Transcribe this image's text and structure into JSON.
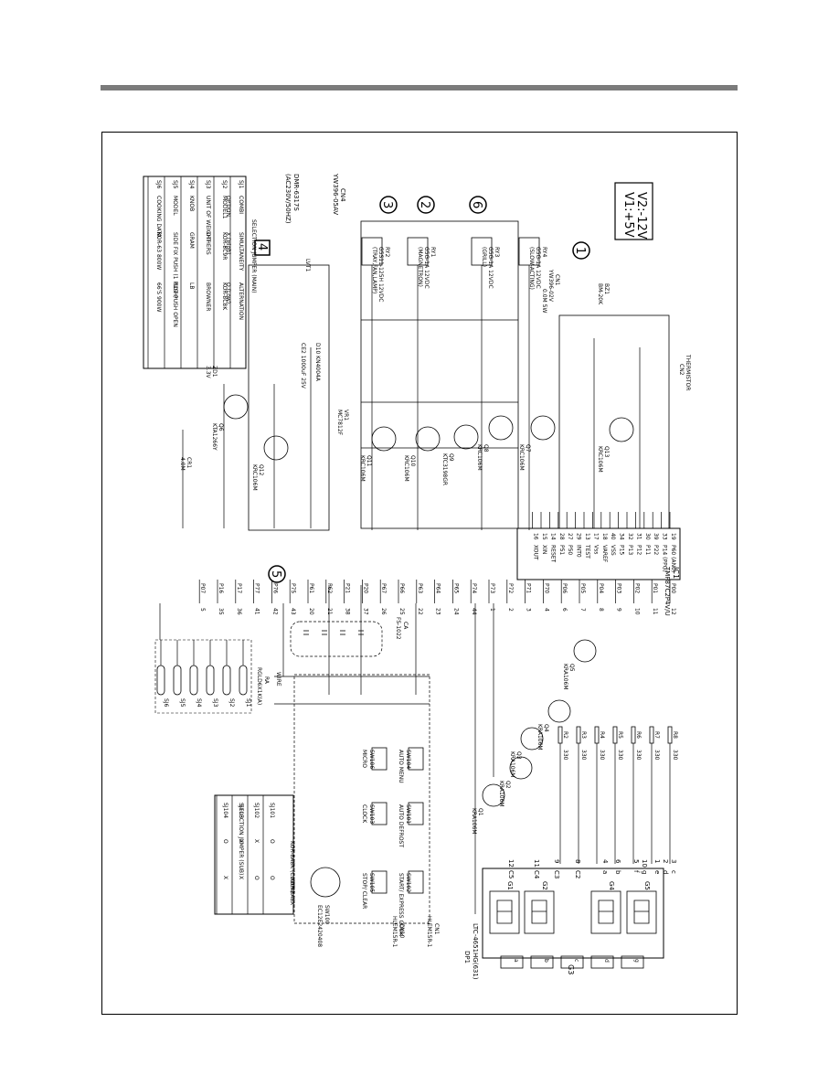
{
  "supply": {
    "v1": "V1:+5V",
    "v2": "V2:-12V"
  },
  "circle_markers": [
    "1",
    "2",
    "3",
    "4",
    "5",
    "6"
  ],
  "ic": {
    "ref": "IC1",
    "part": "TMP87C2P4V/U"
  },
  "left_pins": [
    {
      "num": "19",
      "name": "P60 (AN0)"
    },
    {
      "num": "33",
      "name": "P14 (PPG)"
    },
    {
      "num": "39",
      "name": "P22"
    },
    {
      "num": "30",
      "name": "P11"
    },
    {
      "num": "31",
      "name": "P12"
    },
    {
      "num": "32",
      "name": "P13"
    },
    {
      "num": "34",
      "name": "P15"
    },
    {
      "num": "40",
      "name": "VSS"
    },
    {
      "num": "18",
      "name": "VAREF"
    },
    {
      "num": "17",
      "name": "Vss"
    },
    {
      "num": "13",
      "name": "TEST"
    },
    {
      "num": "29",
      "name": "INT0"
    },
    {
      "num": "27",
      "name": "P50"
    },
    {
      "num": "28",
      "name": "P51"
    },
    {
      "num": "14",
      "name": "RESET"
    },
    {
      "num": "15",
      "name": "XIN"
    },
    {
      "num": "16",
      "name": "XOUT"
    }
  ],
  "right_pins": [
    {
      "num": "12",
      "name": "P00"
    },
    {
      "num": "11",
      "name": "P01"
    },
    {
      "num": "10",
      "name": "P02"
    },
    {
      "num": "9",
      "name": "P03"
    },
    {
      "num": "8",
      "name": "P04"
    },
    {
      "num": "7",
      "name": "P05"
    },
    {
      "num": "6",
      "name": "P06"
    },
    {
      "num": "4",
      "name": "P70"
    },
    {
      "num": "3",
      "name": "P71"
    },
    {
      "num": "2",
      "name": "P72"
    },
    {
      "num": "1",
      "name": "P73"
    },
    {
      "num": "44",
      "name": "P74"
    },
    {
      "num": "24",
      "name": "P65"
    },
    {
      "num": "23",
      "name": "P64"
    },
    {
      "num": "22",
      "name": "P63"
    },
    {
      "num": "25",
      "name": "P66"
    },
    {
      "num": "26",
      "name": "P67"
    },
    {
      "num": "37",
      "name": "P20"
    },
    {
      "num": "38",
      "name": "P21"
    },
    {
      "num": "21",
      "name": "P62"
    },
    {
      "num": "20",
      "name": "P61"
    },
    {
      "num": "43",
      "name": "P75"
    },
    {
      "num": "42",
      "name": "P76"
    },
    {
      "num": "41",
      "name": "P77"
    },
    {
      "num": "36",
      "name": "P17"
    },
    {
      "num": "35",
      "name": "P16"
    },
    {
      "num": "5",
      "name": "P07"
    }
  ],
  "relays": [
    {
      "ref": "RY4",
      "type": "G5G-1A 12VDC",
      "desc": "(SLOW-ACTING)"
    },
    {
      "ref": "RY3",
      "type": "G5G-1A 12VDC",
      "desc": "(GRILL)"
    },
    {
      "ref": "RY1",
      "type": "G5G-1A 12VDC",
      "desc": "(MAGNETRON)"
    },
    {
      "ref": "RY2",
      "type": "G5S11-125H 12VDC",
      "desc": "(TRAY,FAN,LAMP)"
    }
  ],
  "power": {
    "connector": "CN4",
    "connector_part": "YW396-05AV",
    "transformer": "DMR-6317S",
    "transformer_rating": "(AC230V/50HZ)",
    "trans_ref": "LVT1",
    "vr": "VR1",
    "vr_part": "MC7812F",
    "cap": "CE2 1000uF 25V",
    "diodes": "D10 KN4004A"
  },
  "buzzer": {
    "ref": "BZ1",
    "part": "BM-20K",
    "connector": "CN1",
    "connector_part": "YW396-02V",
    "res": "0.0M 5W"
  },
  "thermistor": {
    "ref": "CN2",
    "label": "THERMISTOR"
  },
  "crystal": {
    "ref": "CR1",
    "value": "4.0M"
  },
  "zener": {
    "ref": "ZD1",
    "value": "3.3V"
  },
  "transistors": [
    {
      "ref": "Q7",
      "part": "KRC106M"
    },
    {
      "ref": "Q8",
      "part": "KRC106M"
    },
    {
      "ref": "Q9",
      "part": "KTC3198GR"
    },
    {
      "ref": "Q10",
      "part": "KRC106M"
    },
    {
      "ref": "Q11",
      "part": "KRC106M"
    },
    {
      "ref": "Q12",
      "part": "KRC106M"
    },
    {
      "ref": "Q13",
      "part": "KRC106M"
    },
    {
      "ref": "Q6",
      "part": "KTA1266Y"
    }
  ],
  "digit_transistors": [
    {
      "ref": "Q1",
      "part": "KRA106M"
    },
    {
      "ref": "Q2",
      "part": "KRA106M"
    },
    {
      "ref": "Q3",
      "part": "KRA106M"
    },
    {
      "ref": "Q4",
      "part": "KRA106M"
    },
    {
      "ref": "Q5",
      "part": "KRA106M"
    }
  ],
  "segment_resistors": [
    {
      "ref": "R8",
      "value": "330"
    },
    {
      "ref": "R7",
      "value": "330"
    },
    {
      "ref": "R6",
      "value": "330"
    },
    {
      "ref": "R5",
      "value": "330"
    },
    {
      "ref": "R4",
      "value": "330"
    },
    {
      "ref": "R3",
      "value": "330"
    },
    {
      "ref": "R2",
      "value": "330"
    }
  ],
  "display": {
    "ref": "DP1",
    "part": "LTC-4651HG(631)",
    "top_pins": [
      "3",
      "2",
      "1",
      "10",
      "5",
      "6",
      "4"
    ],
    "top_segs": [
      "c",
      "d",
      "e",
      "g",
      "f",
      "b",
      "a"
    ],
    "grid_pins": [
      "8",
      "9",
      "11",
      "12"
    ],
    "grid_names": [
      "C2",
      "C3",
      "C4",
      "C5"
    ],
    "digits": [
      "G1",
      "G2",
      "G4",
      "G5"
    ],
    "g3": "G3",
    "g3_segs": [
      "a",
      "b",
      "c",
      "d",
      "g"
    ]
  },
  "resistor_array": {
    "ref": "RA",
    "part": "RGLD6X1K(A)"
  },
  "cap_array": {
    "ref": "CA",
    "part": "FS-1022"
  },
  "cn_keys": {
    "ref": "CN1",
    "part": "HLEM15R-1"
  },
  "cn_keys2": {
    "ref": "CN10",
    "part": "HLEM15R-1"
  },
  "wire": "WIRE",
  "key_switches": [
    {
      "ref": "SW102",
      "label": "START/ EXPRESS COOK"
    },
    {
      "ref": "SW105",
      "label": "STOP/ CLEAR"
    },
    {
      "ref": "SW101",
      "label": "AUTO DEFROST"
    },
    {
      "ref": "SW103",
      "label": "CLOCK"
    },
    {
      "ref": "SW104",
      "label": "AUTO MENU"
    },
    {
      "ref": "SW106",
      "label": "MICRO"
    }
  ],
  "encoder": {
    "ref": "SW100",
    "part": "EC12E2420408"
  },
  "selection_main": {
    "title": "SELECTION JUMPER (MAIN)",
    "headers": [
      "",
      "OPTION",
      "X (High)",
      "O (Low)"
    ],
    "rows": [
      [
        "SJ1",
        "COMBI",
        "SIMULTANEITY",
        "ALTERNATION"
      ],
      [
        "SJ2",
        "MODEL1",
        "KOR-8C9R",
        "KOR-8C8K"
      ],
      [
        "SJ3",
        "UNIT OF WEIGHT",
        "OTHERS",
        "BROWNER"
      ],
      [
        "SJ4",
        "KNOB",
        "GRAM",
        "LB"
      ],
      [
        "SJ5",
        "MODEL",
        "SIDE FIX PUSH (1 PUSH)",
        "EDT PUSH OPEN"
      ],
      [
        "SJ6",
        "COOKING DATA",
        "KOR-63 800W",
        "66'S 900W"
      ]
    ]
  },
  "selection_sub": {
    "title": "SELECTION JUMPER (SUB)",
    "headers": [
      "",
      "KOR-8A8K (CLOCK)",
      "KOR-8A8X"
    ],
    "rows": [
      [
        "SJ101",
        "O",
        "O"
      ],
      [
        "SJ102",
        "X",
        "O"
      ],
      [
        "SJ103",
        "X",
        "X"
      ],
      [
        "SJ104",
        "O",
        "X"
      ]
    ]
  },
  "jumpers": [
    "SJ1",
    "SJ2",
    "SJ3",
    "SJ4",
    "SJ5",
    "SJ6"
  ]
}
